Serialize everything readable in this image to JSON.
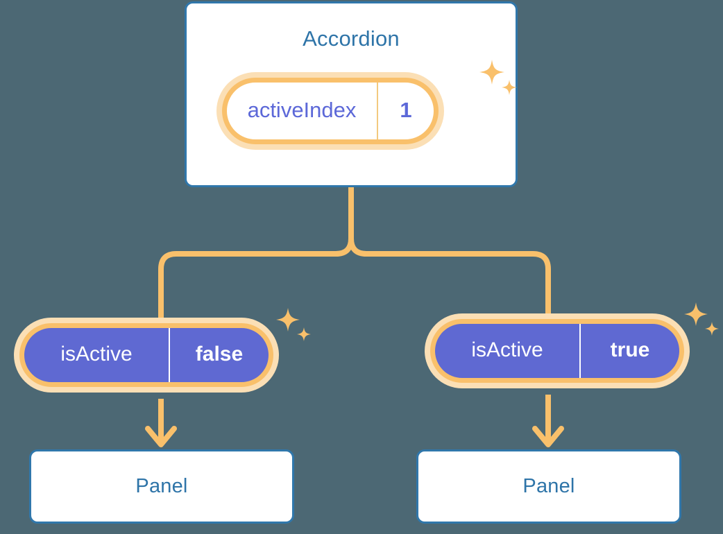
{
  "theme": {
    "background": "#4c6874",
    "card_fill": "#ffffff",
    "card_border": "#3077ab",
    "title_color": "#2e74a8",
    "pill_border": "#f9c06b",
    "pill_halo": "#fbdfb5",
    "pill_active_fill": "#5f69d2",
    "pill_text_purple": "#5c68d8",
    "pill_text_white": "#ffffff",
    "connector": "#f9c06b",
    "sparkle": "#f9c06b"
  },
  "diagram": {
    "type": "component-state-tree",
    "root": {
      "title": "Accordion",
      "state": {
        "key": "activeIndex",
        "value": "1"
      }
    },
    "branches": [
      {
        "state": {
          "key": "isActive",
          "value": "false"
        },
        "child": {
          "title": "Panel"
        }
      },
      {
        "state": {
          "key": "isActive",
          "value": "true"
        },
        "child": {
          "title": "Panel"
        }
      }
    ]
  },
  "icons": {
    "sparkle_large": "sparkle-four-point-large",
    "sparkle_small": "sparkle-four-point-small",
    "arrow_down": "arrow-down-icon",
    "branch": "branch-connector-icon"
  }
}
